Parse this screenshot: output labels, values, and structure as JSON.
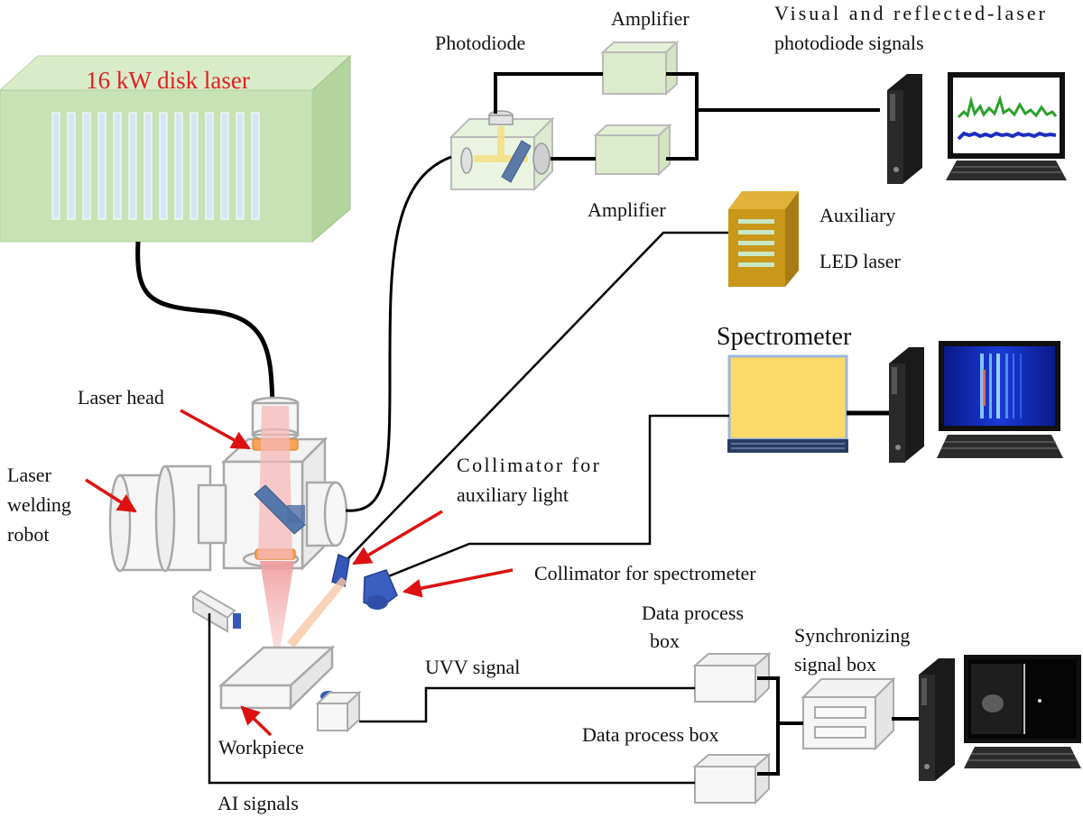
{
  "diagram": {
    "laser_source": "16 kW disk laser",
    "labels": {
      "photodiode": "Photodiode",
      "amplifier_top": "Amplifier",
      "amplifier_bottom": "Amplifier",
      "signals_line1": "Visual and reflected-laser",
      "signals_line2": "photodiode signals",
      "auxiliary_line1": "Auxiliary",
      "auxiliary_line2": "LED laser",
      "spectrometer": "Spectrometer",
      "laser_head": "Laser head",
      "robot_line1": "Laser",
      "robot_line2": "welding",
      "robot_line3": "robot",
      "collimator_aux_line1": "Collimator for",
      "collimator_aux_line2": "auxiliary light",
      "collimator_spec": "Collimator for spectrometer",
      "data_box_top_line1": "Data process",
      "data_box_top_line2": "box",
      "sync_line1": "Synchronizing",
      "sync_line2": "signal box",
      "uvv_signal": "UVV signal",
      "data_box_bottom": "Data process box",
      "workpiece": "Workpiece",
      "ai_signals": "AI signals"
    },
    "colors": {
      "laser_box": "#c7e3b5",
      "laser_text": "#e02020",
      "arrow": "#dd1111",
      "spectrometer_screen": "#f9d96b",
      "led_box": "#c9981a",
      "collimator": "#3557b7",
      "beam": "#f2a8a8"
    }
  }
}
